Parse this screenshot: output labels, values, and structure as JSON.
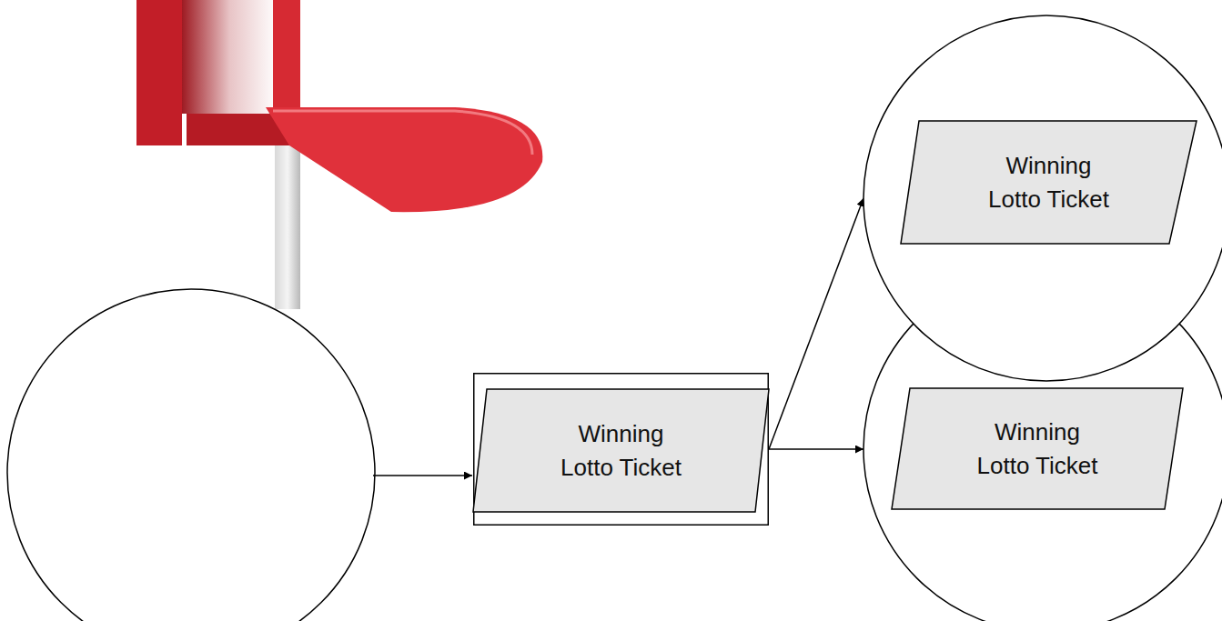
{
  "diagram": {
    "nodes": [
      {
        "text": [
          "Winning Lotto Ticket"
        ]
      },
      {
        "text": [
          "Winning Lotto Ticket"
        ]
      },
      {
        "text": [
          "Winning Lotto Ticket"
        ]
      }
    ],
    "edges": [
      {
        "from": 0,
        "to": 1,
        "arrow": "to"
      },
      {
        "from": 0,
        "to": 2,
        "arrow": "to"
      }
    ]
  }
}
